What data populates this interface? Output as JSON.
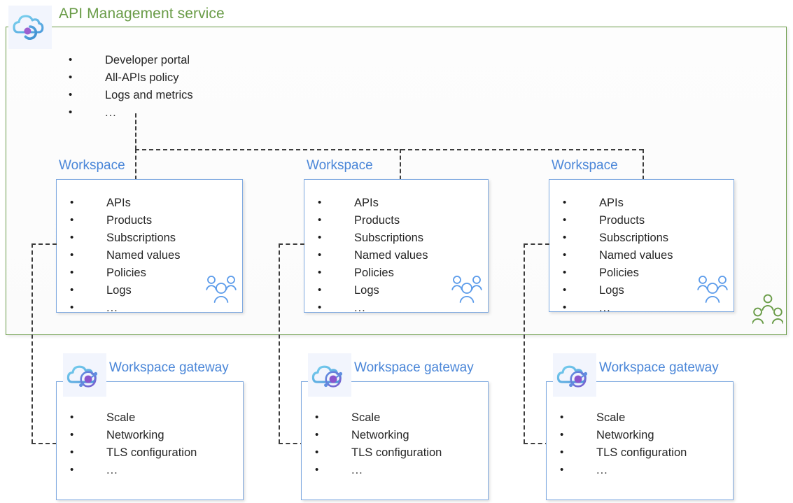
{
  "diagram": {
    "title": "API Management service",
    "accent_green": "#6a9c48",
    "accent_blue": "#4a86d8",
    "box_border_blue": "#7ea9e0",
    "connector_color": "#3d3d3d"
  },
  "service": {
    "title": "API Management service",
    "icon": "api-management-cloud-icon",
    "bullets": [
      "Developer portal",
      "All-APIs policy",
      "Logs and metrics",
      "..."
    ],
    "people_icon": "people-group-icon"
  },
  "workspaces": [
    {
      "title": "Workspace",
      "bullets": [
        "APIs",
        "Products",
        "Subscriptions",
        "Named values",
        "Policies",
        "Logs",
        "..."
      ],
      "people_icon": "people-group-icon"
    },
    {
      "title": "Workspace",
      "bullets": [
        "APIs",
        "Products",
        "Subscriptions",
        "Named values",
        "Policies",
        "Logs",
        "..."
      ],
      "people_icon": "people-group-icon"
    },
    {
      "title": "Workspace",
      "bullets": [
        "APIs",
        "Products",
        "Subscriptions",
        "Named values",
        "Policies",
        "Logs",
        "..."
      ],
      "people_icon": "people-group-icon"
    }
  ],
  "gateways": [
    {
      "title": "Workspace gateway",
      "icon": "workspace-gateway-cloud-icon",
      "bullets": [
        "Scale",
        "Networking",
        "TLS configuration",
        "..."
      ]
    },
    {
      "title": "Workspace gateway",
      "icon": "workspace-gateway-cloud-icon",
      "bullets": [
        "Scale",
        "Networking",
        "TLS configuration",
        "..."
      ]
    },
    {
      "title": "Workspace gateway",
      "icon": "workspace-gateway-cloud-icon",
      "bullets": [
        "Scale",
        "Networking",
        "TLS configuration",
        "..."
      ]
    }
  ]
}
